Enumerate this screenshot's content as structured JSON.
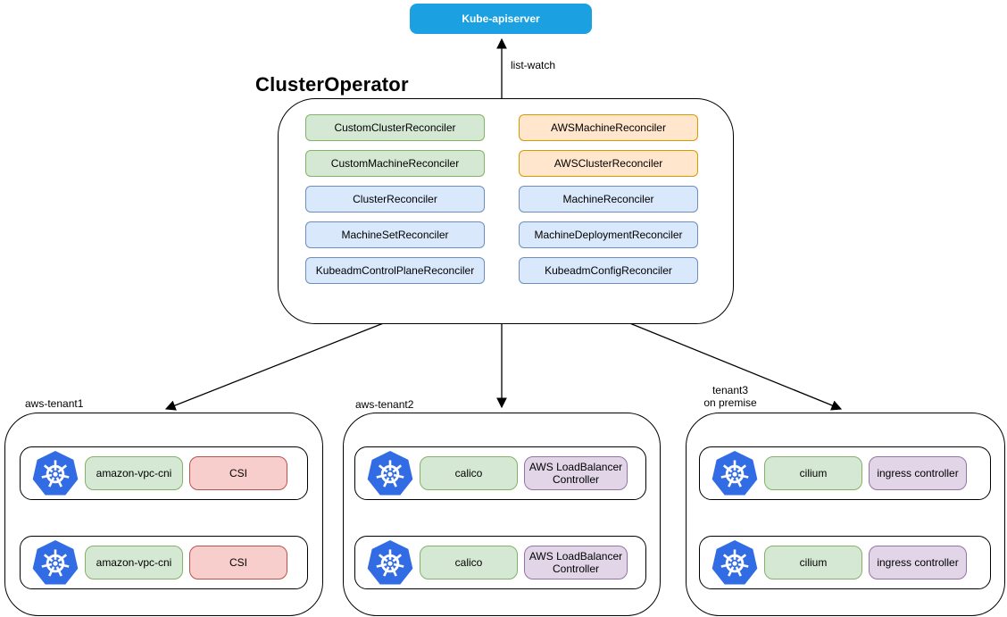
{
  "diagram": {
    "kube_apiserver_label": "Kube-apiserver",
    "list_watch_label": "list-watch",
    "cluster_operator": {
      "title": "ClusterOperator",
      "columns": [
        {
          "items": [
            {
              "label": "CustomClusterReconciler",
              "color": "green"
            },
            {
              "label": "CustomMachineReconciler",
              "color": "green"
            },
            {
              "label": "ClusterReconciler",
              "color": "blue"
            },
            {
              "label": "MachineSetReconciler",
              "color": "blue"
            },
            {
              "label": "KubeadmControlPlaneReconciler",
              "color": "blue"
            }
          ]
        },
        {
          "items": [
            {
              "label": "AWSMachineReconciler",
              "color": "orange"
            },
            {
              "label": "AWSClusterReconciler",
              "color": "orange"
            },
            {
              "label": "MachineReconciler",
              "color": "blue"
            },
            {
              "label": "MachineDeploymentReconciler",
              "color": "blue"
            },
            {
              "label": "KubeadmConfigReconciler",
              "color": "blue"
            }
          ]
        }
      ]
    },
    "tenants": [
      {
        "label": "aws-tenant1",
        "clusters": [
          {
            "icon": "kubernetes-logo",
            "addons": [
              {
                "label": "amazon-vpc-cni",
                "color": "green"
              },
              {
                "label": "CSI",
                "color": "red"
              }
            ]
          },
          {
            "icon": "kubernetes-logo",
            "addons": [
              {
                "label": "amazon-vpc-cni",
                "color": "green"
              },
              {
                "label": "CSI",
                "color": "red"
              }
            ]
          }
        ]
      },
      {
        "label": "aws-tenant2",
        "clusters": [
          {
            "icon": "kubernetes-logo",
            "addons": [
              {
                "label": "calico",
                "color": "green"
              },
              {
                "label": "AWS LoadBalancer Controller",
                "color": "purple"
              }
            ]
          },
          {
            "icon": "kubernetes-logo",
            "addons": [
              {
                "label": "calico",
                "color": "green"
              },
              {
                "label": "AWS LoadBalancer Controller",
                "color": "purple"
              }
            ]
          }
        ]
      },
      {
        "label": "tenant3\non premise",
        "clusters": [
          {
            "icon": "kubernetes-logo",
            "addons": [
              {
                "label": "cilium",
                "color": "green"
              },
              {
                "label": "ingress controller",
                "color": "purple"
              }
            ]
          },
          {
            "icon": "kubernetes-logo",
            "addons": [
              {
                "label": "cilium",
                "color": "green"
              },
              {
                "label": "ingress controller",
                "color": "purple"
              }
            ]
          }
        ]
      }
    ],
    "colors": {
      "kube_apiserver_fill": "#1ba1e2",
      "green_fill": "#d5e8d4",
      "green_stroke": "#82b366",
      "blue_fill": "#dae8fc",
      "blue_stroke": "#6c8ebf",
      "orange_fill": "#ffe6cc",
      "orange_stroke": "#d79b00",
      "red_fill": "#f8cecc",
      "red_stroke": "#b85450",
      "purple_fill": "#e1d5e7",
      "purple_stroke": "#9673a6",
      "kubernetes_blue": "#326ce5",
      "line_color": "#000000"
    }
  }
}
